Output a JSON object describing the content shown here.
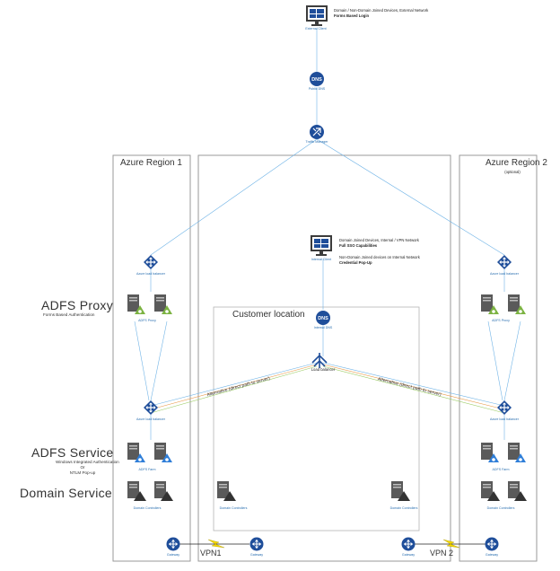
{
  "clients": {
    "external": {
      "label": "External Client",
      "line1": "Domain / Non-Domain Joined Devices, External Network",
      "line2": "Forms Based Login"
    },
    "internal": {
      "label": "Internal Client",
      "line1": "Domain Joined Devices, Internal / VPN Network",
      "line2": "Full SSO Capabilities",
      "line3": "Non-Domain Joined devices on Internal Network",
      "line4": "Credential Pop-Up"
    }
  },
  "nodes": {
    "public_dns": "Public DNS",
    "traffic_manager": "Traffic Manager",
    "internal_dns": "Internal DNS",
    "load_balancer": "Load balancer"
  },
  "regions": {
    "region1": {
      "title": "Azure Region 1"
    },
    "region2": {
      "title": "Azure Region 2",
      "subtitle": "(optional)"
    },
    "customer": {
      "title": "Customer location"
    }
  },
  "components": {
    "azure_lb": "Azure load balancer",
    "adfs_proxy": "ADFS Proxy",
    "adfs_farm": "ADFS Farm",
    "domain_controllers": "Domain Controllers",
    "gateway": "Gateway"
  },
  "tiers": {
    "proxy": {
      "title": "ADFS Proxy",
      "subtitle": "Forms Based Authentication"
    },
    "service": {
      "title": "ADFS Service",
      "sub1": "Windows Integrated Authentication",
      "sub2": "Or",
      "sub3": "NTLM Pop-up"
    },
    "domain": {
      "title": "Domain Service"
    }
  },
  "paths": {
    "alternative": "Alternative (direct path to server)"
  },
  "vpn": {
    "vpn1": "VPN1",
    "vpn2": "VPN 2"
  },
  "colors": {
    "region_border": "#9a9a9a",
    "icon_blue": "#1f4e9a",
    "server_dark": "#5a5a5a",
    "triangle_green": "#7cb342",
    "triangle_blue": "#2f7ed8",
    "line_blue": "#6fb3e6",
    "line_orange": "#e89a4a",
    "line_green": "#9ccc65",
    "bolt": "#f4d800"
  }
}
